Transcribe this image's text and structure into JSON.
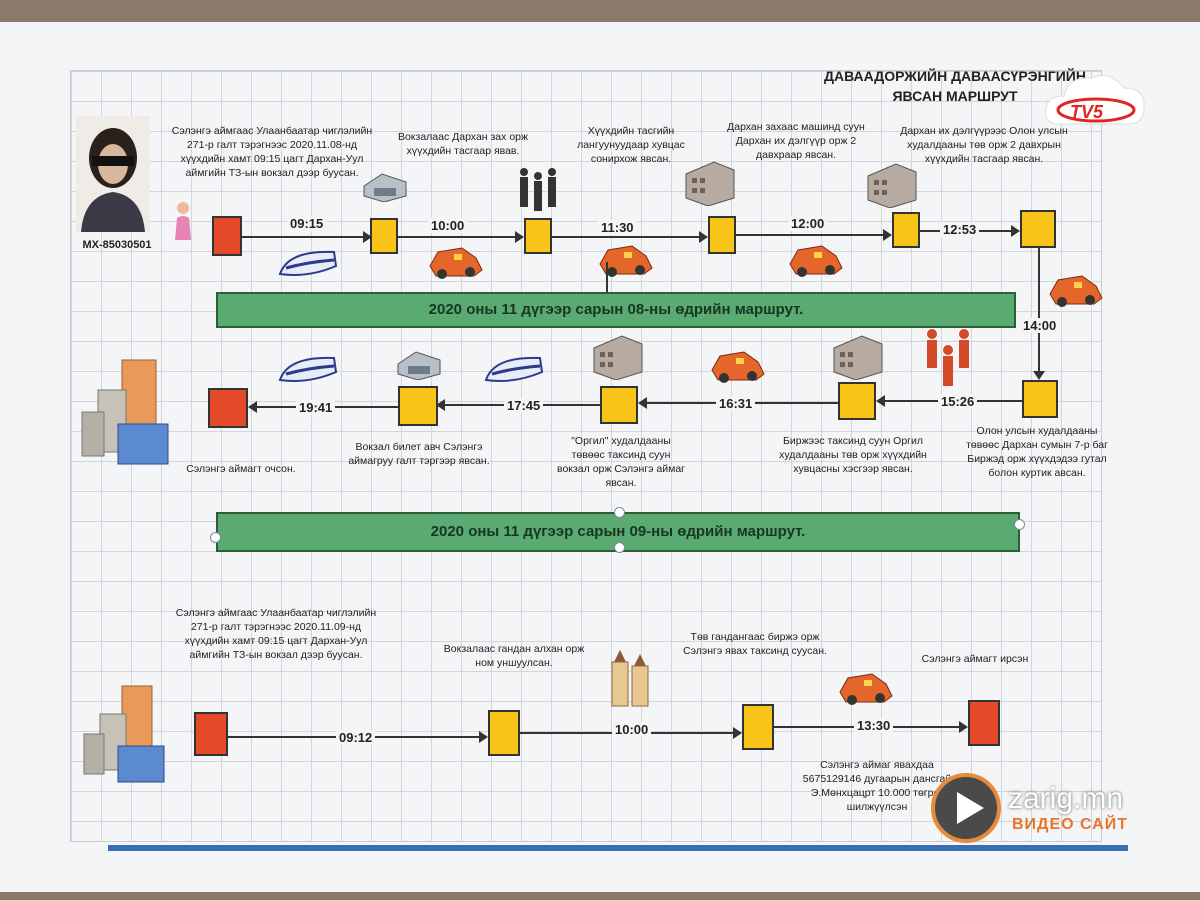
{
  "title": {
    "line1": "ДАВААДОРЖИЙН ДАВААСҮРЭНГИЙН",
    "line2": "ЯВСАН МАРШРУТ"
  },
  "logo": {
    "text": "TV5",
    "color": "#e0261f"
  },
  "person": {
    "id": "МХ-85030501"
  },
  "colors": {
    "start_end": "#e24a2a",
    "stop": "#f7c518",
    "banner": "#5aaa72",
    "footer": "#3a6db5"
  },
  "banners": {
    "day1": "2020 оны 11 дүгээр сарын 08-ны өдрийн маршрут.",
    "day2": "2020 оны 11 дүгээр сарын 09-ны өдрийн маршрут."
  },
  "row1": {
    "times": [
      "09:15",
      "10:00",
      "11:30",
      "12:00",
      "12:53"
    ],
    "notes": [
      "Сэлэнгэ аймгаас Улаанбаатар чиглэлийн 271-р галт тэрэгнээс 2020.11.08-нд хүүхдийн хамт 09:15 цагт Дархан-Уул аймгийн ТЗ-ын вокзал дээр буусан.",
      "Вокзалаас Дархан зах орж хүүхдийн тасгаар явав.",
      "Хүүхдийн тасгийн лангуунуудаар хувцас сонирхож явсан.",
      "Дархан захаас машинд суун Дархан их дэлгүүр орж 2 давхраар явсан.",
      "Дархан их дэлгүүрээс Олон улсын худалдааны төв орж 2 давхрын хүүхдийн тасгаар явсан."
    ]
  },
  "row2": {
    "times": [
      "14:00",
      "15:26",
      "16:31",
      "17:45",
      "19:41"
    ],
    "notes": [
      "Олон улсын худалдааны төвөөс Дархан сумын 7-р баг Биржэд орж хүүхдэдээ гутал болон куртик авсан.",
      "Биржээс таксинд суун Оргил худалдааны төв орж хүүхдийн хувцасны хэсгээр явсан.",
      "\"Оргил\" худалдааны төвөөс таксинд суун вокзал орж Сэлэнгэ аймаг явсан.",
      "Вокзал билет авч Сэлэнгэ аймагруу галт тэргээр явсан.",
      "Сэлэнгэ аймагт очсон."
    ]
  },
  "row3": {
    "times": [
      "09:12",
      "10:00",
      "13:30"
    ],
    "notes": [
      "Сэлэнгэ аймгаас Улаанбаатар чиглэлийн 271-р галт тэрэгнээс 2020.11.09-нд хүүхдийн хамт 09:15 цагт Дархан-Уул аймгийн ТЗ-ын вокзал дээр буусан.",
      "Вокзалаас гандан алхан орж ном уншуулсан.",
      "Төв гандангаас биржэ орж Сэлэнгэ явах таксинд суусан.",
      "Сэлэнгэ аймагт ирсэн",
      "Сэлэнгэ аймаг явахдаа 5675129146 дугаарын дансгай Э.Мөнхцацрт 10.000 төгрөг шилжүүлсэн"
    ]
  },
  "watermark": {
    "site": "zarig.mn",
    "sub": "ВИДЕО САЙТ"
  },
  "icons": [
    "train-icon",
    "car-icon",
    "building-icon",
    "station-icon",
    "people-icon",
    "temple-icon",
    "city-icon",
    "child-icon"
  ]
}
